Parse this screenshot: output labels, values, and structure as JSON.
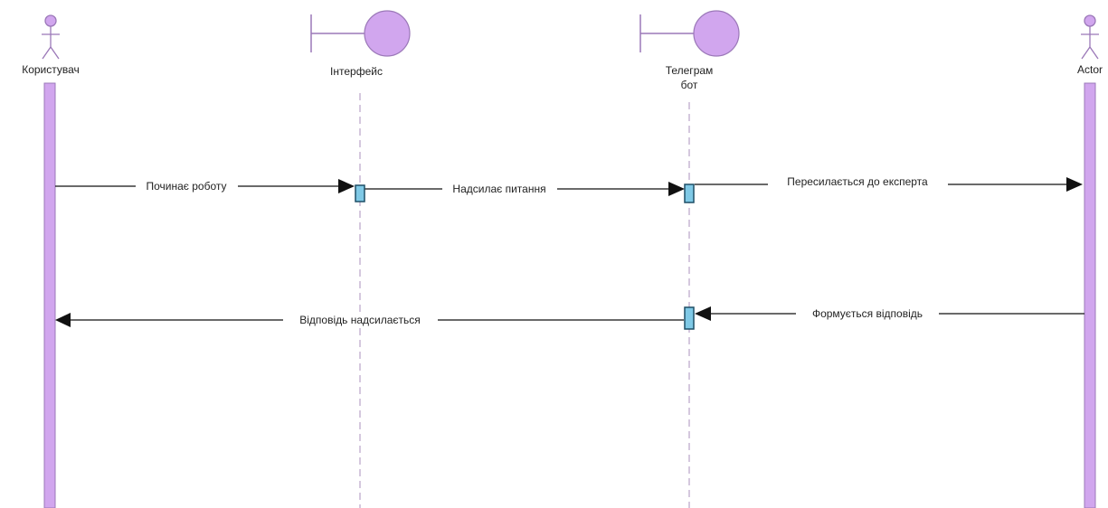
{
  "colors": {
    "participant_fill": "#d1a6ee",
    "participant_stroke": "#9b78b8",
    "lifeline_dash": "#b9a3c8",
    "activation_fill": "#7fc9e6",
    "activation_stroke": "#1f4f66",
    "arrow": "#111111",
    "text": "#222222"
  },
  "participants": [
    {
      "id": "user",
      "kind": "actor",
      "label": "Користувач"
    },
    {
      "id": "interface",
      "kind": "boundary",
      "label": "Інтерфейс"
    },
    {
      "id": "bot",
      "kind": "boundary",
      "label_lines": [
        "Телеграм",
        "бот"
      ]
    },
    {
      "id": "actor",
      "kind": "actor",
      "label": "Actor"
    }
  ],
  "messages": [
    {
      "from": "user",
      "to": "interface",
      "label": "Починає роботу"
    },
    {
      "from": "interface",
      "to": "bot",
      "label": "Надсилає питання"
    },
    {
      "from": "bot",
      "to": "actor",
      "label": "Пересилається до експерта"
    },
    {
      "from": "actor",
      "to": "bot",
      "label": "Формується відповідь"
    },
    {
      "from": "bot",
      "to": "user",
      "label": "Відповідь надсилається"
    }
  ]
}
